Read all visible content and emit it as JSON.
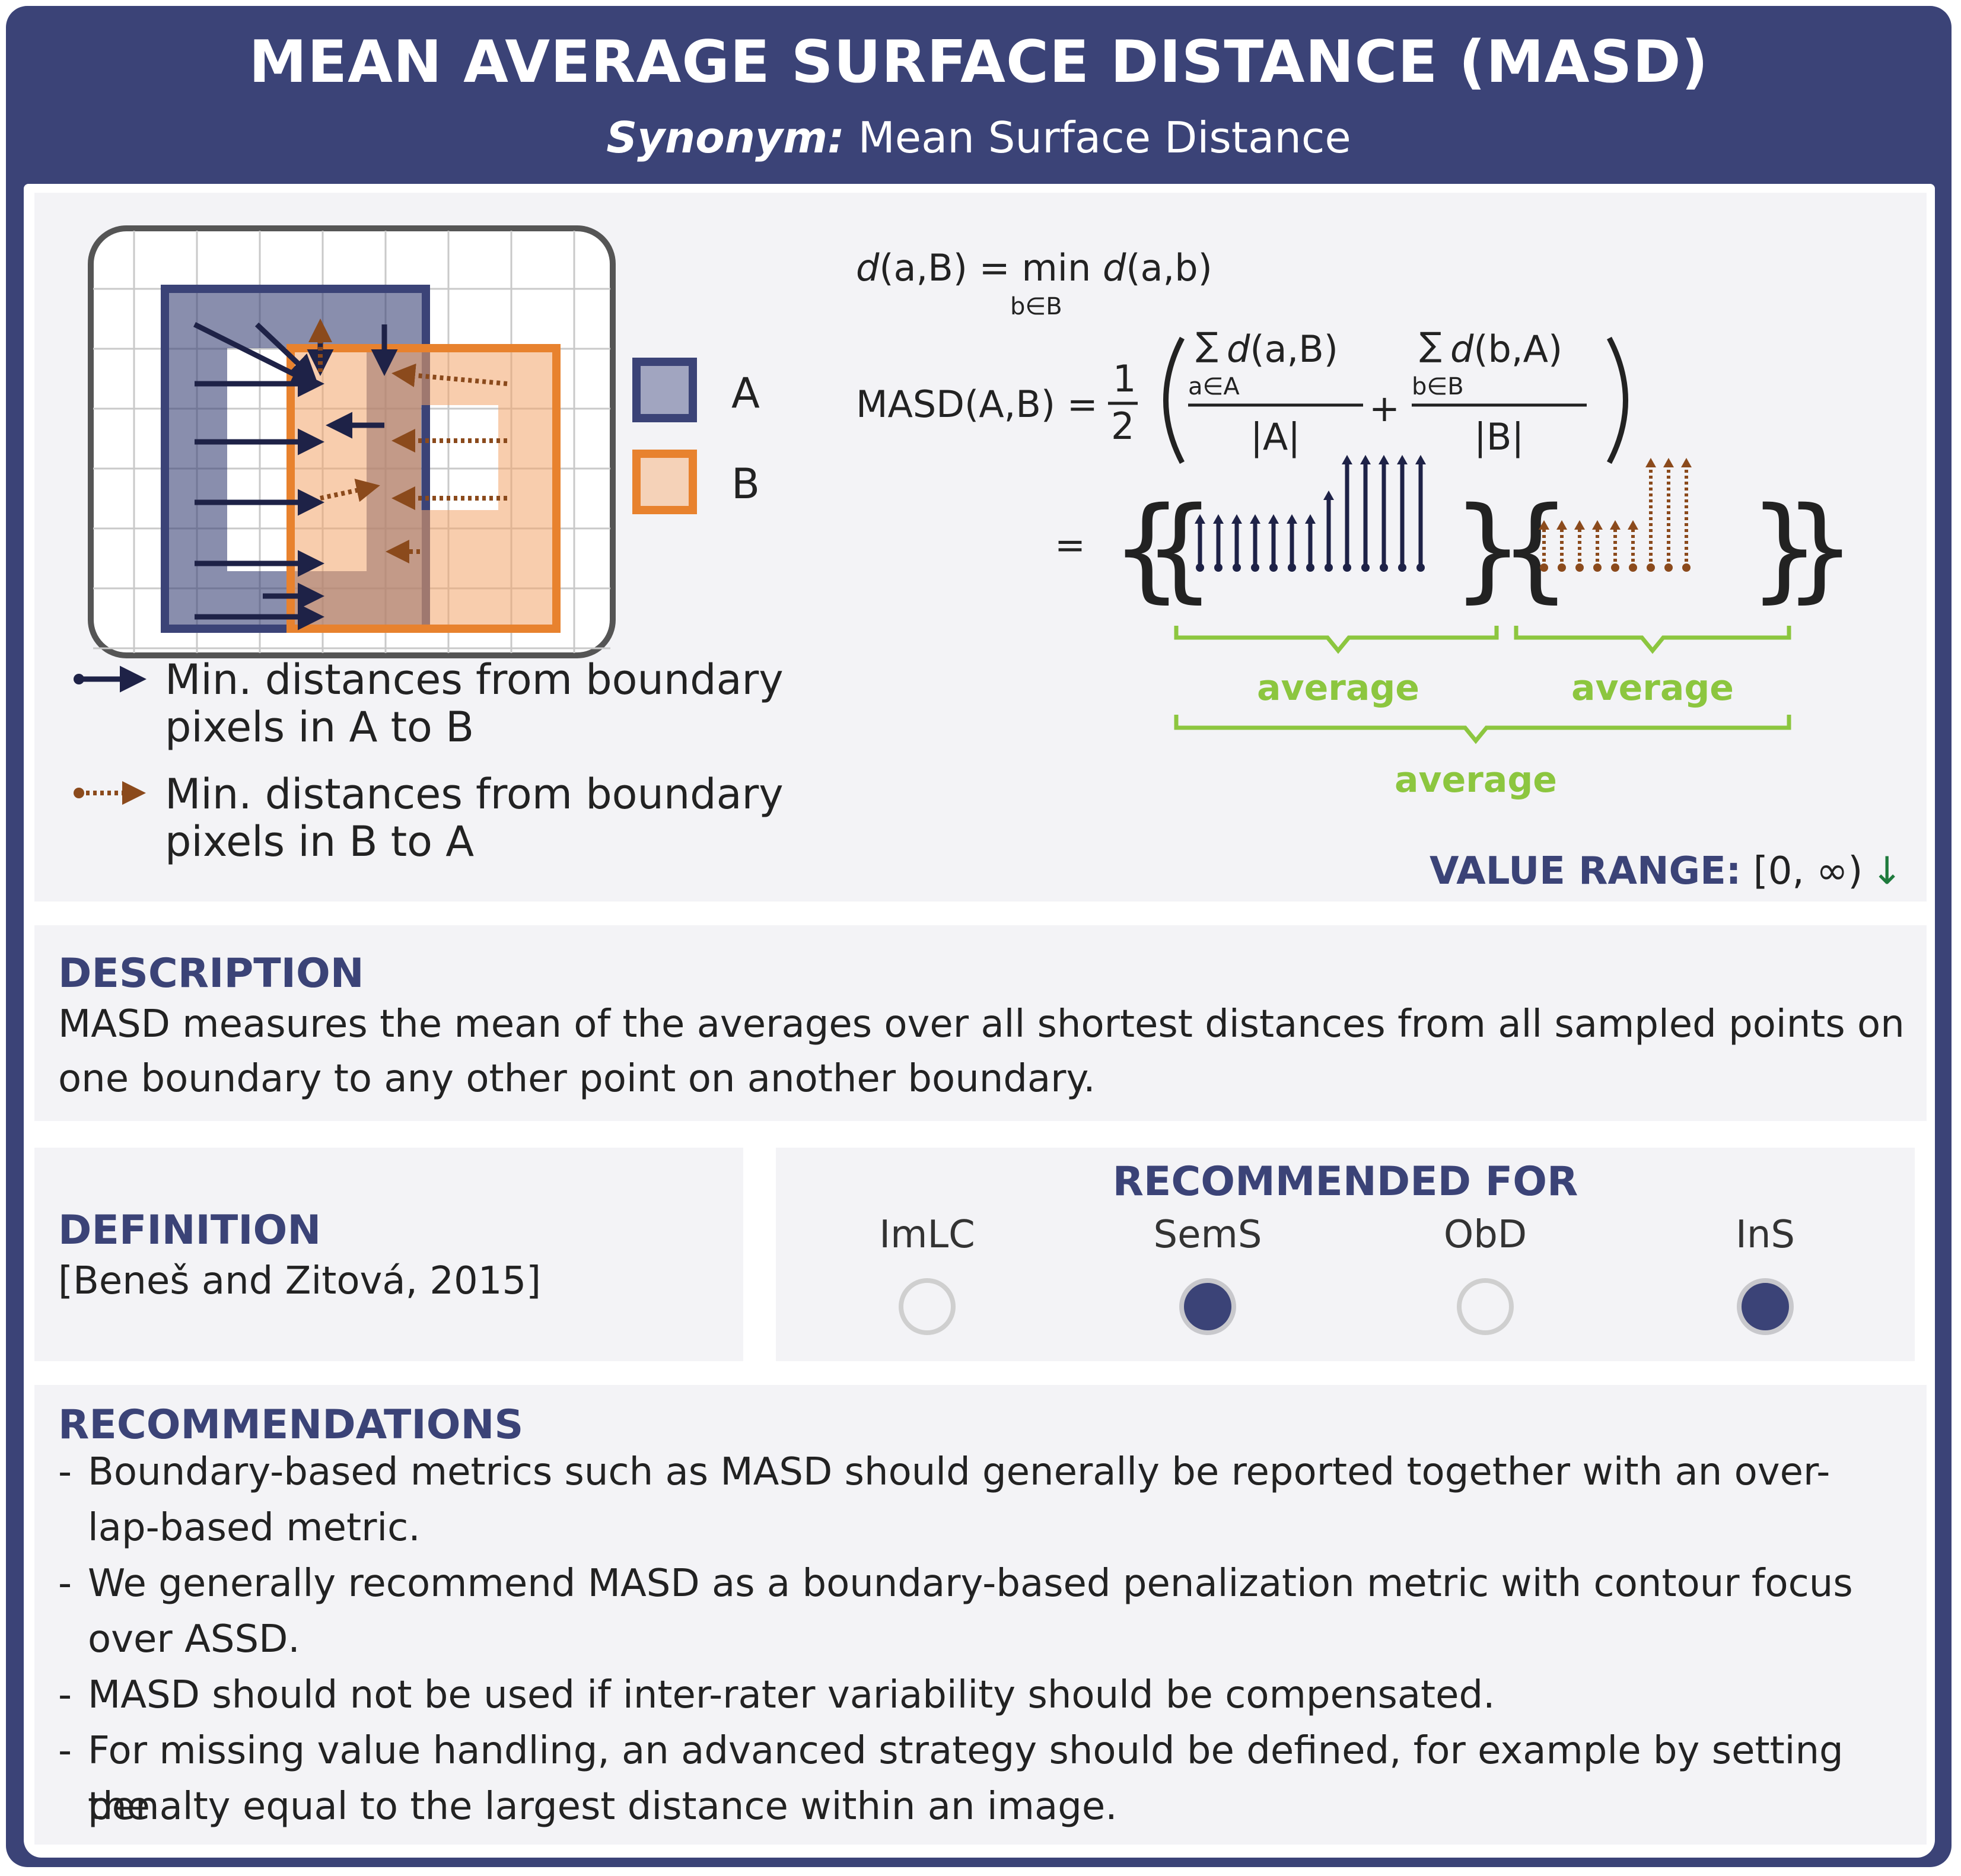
{
  "header": {
    "title": "MEAN AVERAGE SURFACE DISTANCE (MASD)",
    "synonym_label": "Synonym:",
    "synonym_value": " Mean Surface Distance"
  },
  "legend": {
    "a_label": "A",
    "b_label": "B",
    "a_to_b_line1": "Min. distances from boundary",
    "a_to_b_line2": "pixels in A to B",
    "b_to_a_line1": "Min. distances from boundary",
    "b_to_a_line2": "pixels in B to A"
  },
  "formula": {
    "d_italic": "d",
    "d_args": "(a,B) = min ",
    "d_rhs_italic": "d",
    "d_rhs_args": "(a,b)",
    "min_sub": "b∈B",
    "masd_lhs": "MASD(A,B) =",
    "half_num": "1",
    "half_den": "2",
    "sum": "∑",
    "term1_italic": "d",
    "term1_args": "(a,B)",
    "term1_sub": "a∈A",
    "term1_den": "|A|",
    "plus": "+",
    "term2_italic": "d",
    "term2_args": "(b,A)",
    "term2_sub": "b∈B",
    "term2_den": "|B|",
    "equals": "=",
    "comma": ","
  },
  "averages": {
    "left": "average",
    "right": "average",
    "bottom": "average"
  },
  "value_range": {
    "label": "VALUE RANGE:",
    "value": " [0, ∞)",
    "arrow": "↓"
  },
  "description": {
    "heading": "DESCRIPTION",
    "line1": "MASD measures the mean of the averages over all shortest distances from all sampled points on",
    "line2": "one boundary to any other point on another boundary."
  },
  "definition": {
    "heading": "DEFINITION",
    "citation": "[Beneš and Zitová, 2015]"
  },
  "recommended_for": {
    "heading": "RECOMMENDED FOR",
    "items": [
      {
        "label": "ImLC",
        "recommended": false
      },
      {
        "label": "SemS",
        "recommended": true
      },
      {
        "label": "ObD",
        "recommended": false
      },
      {
        "label": "InS",
        "recommended": true
      }
    ]
  },
  "recommendations": {
    "heading": "RECOMMENDATIONS",
    "dash": "-",
    "items": [
      {
        "line1": "Boundary-based metrics such as MASD should generally be reported together with an over-",
        "line2": "lap-based metric."
      },
      {
        "line1": "We generally recommend MASD as a boundary-based penalization metric with contour focus",
        "line2": "over ASSD."
      },
      {
        "line1": "MASD should not be used if inter-rater variability should be compensated.",
        "line2": ""
      },
      {
        "line1": "For missing value handling, an advanced strategy should be defined, for example by setting the",
        "line2": "penalty equal to the largest distance within an image."
      }
    ]
  },
  "colors": {
    "navy": "#3b4377",
    "orange": "#e8822e",
    "orange_fill": "#f5c4a1",
    "brown": "#8b4a1c",
    "green": "#8cc63f",
    "dark_green": "#1e7a3c"
  }
}
